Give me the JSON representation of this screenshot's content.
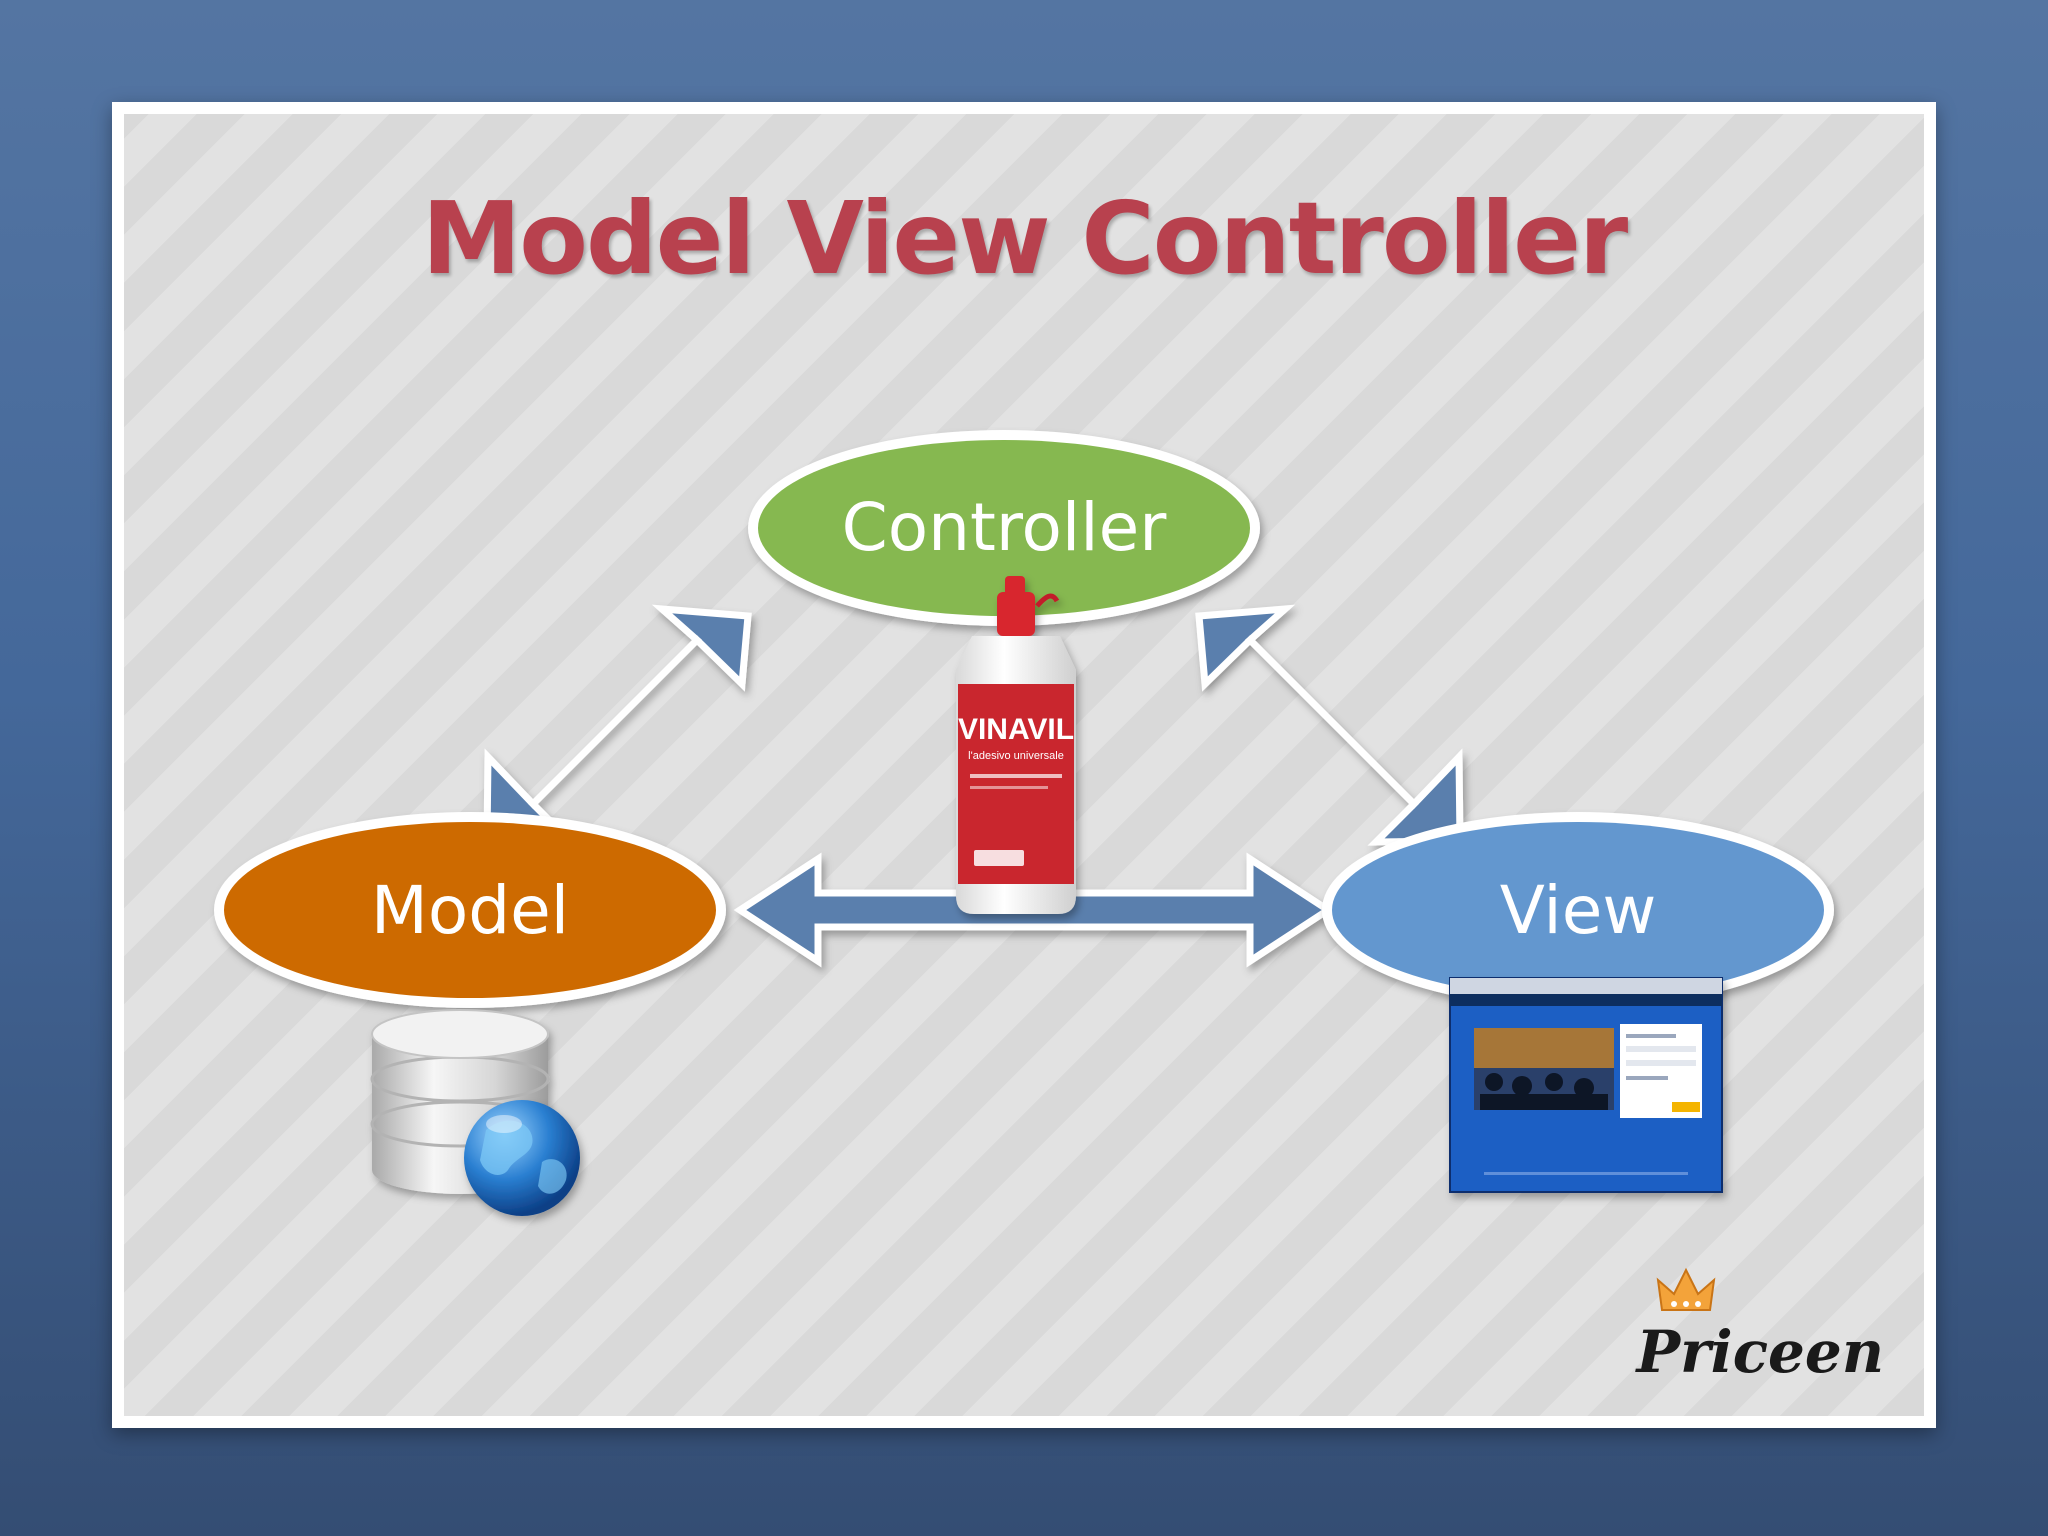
{
  "slide": {
    "title": "Model View Controller"
  },
  "nodes": {
    "controller": {
      "label": "Controller",
      "color": "#86b850"
    },
    "model": {
      "label": "Model",
      "color": "#cd6a00"
    },
    "view": {
      "label": "View",
      "color": "#6397cf"
    }
  },
  "glue_bottle": {
    "brand": "VINAVIL",
    "tagline": "l'adesivo universale"
  },
  "logo": {
    "text": "Priceen"
  },
  "colors": {
    "arrow": "#5a7fad",
    "title": "#b8414e"
  }
}
